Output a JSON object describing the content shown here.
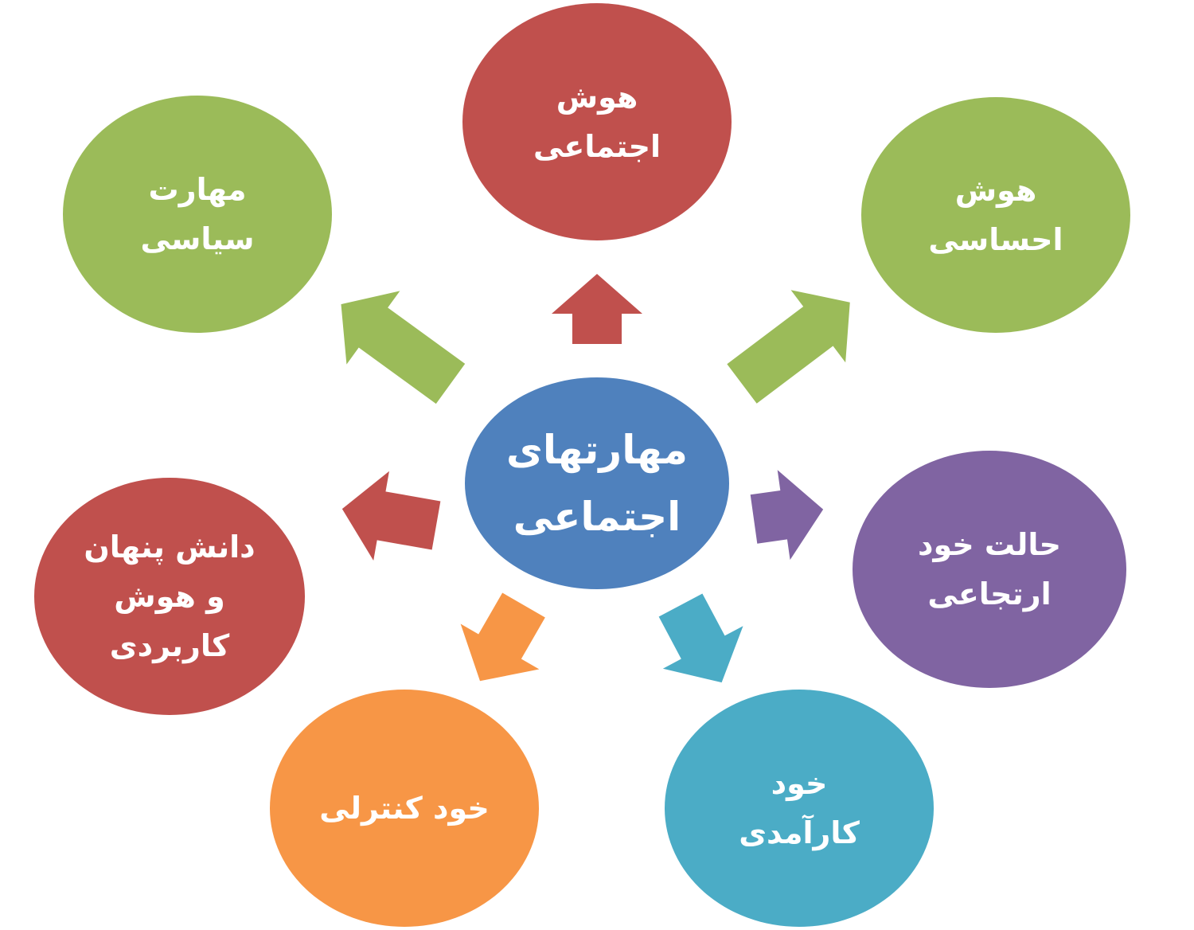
{
  "center": {
    "line1": "مهارتهای",
    "line2": "اجتماعی",
    "color": "#4f81bd"
  },
  "nodes": [
    {
      "id": "social-intelligence",
      "lines": [
        "هوش",
        "اجتماعی"
      ],
      "color": "#c0504d",
      "arrow_color": "#c0504d"
    },
    {
      "id": "emotional-intelligence",
      "lines": [
        "هوش",
        "احساسی"
      ],
      "color": "#9bbb59",
      "arrow_color": "#9bbb59"
    },
    {
      "id": "reflexive-self-state",
      "lines": [
        "حالت خود",
        "ارتجاعی"
      ],
      "color": "#8064a2",
      "arrow_color": "#8064a2"
    },
    {
      "id": "self-efficacy",
      "lines": [
        "خود",
        "کارآمدی"
      ],
      "color": "#4bacc6",
      "arrow_color": "#4bacc6"
    },
    {
      "id": "self-control",
      "lines": [
        "خود کنترلی"
      ],
      "color": "#f79646",
      "arrow_color": "#f79646"
    },
    {
      "id": "tacit-knowledge",
      "lines": [
        "دانش پنهان",
        "و هوش",
        "کاربردی"
      ],
      "color": "#c0504d",
      "arrow_color": "#c0504d"
    },
    {
      "id": "political-skill",
      "lines": [
        "مهارت",
        "سیاسی"
      ],
      "color": "#9bbb59",
      "arrow_color": "#9bbb59"
    }
  ]
}
